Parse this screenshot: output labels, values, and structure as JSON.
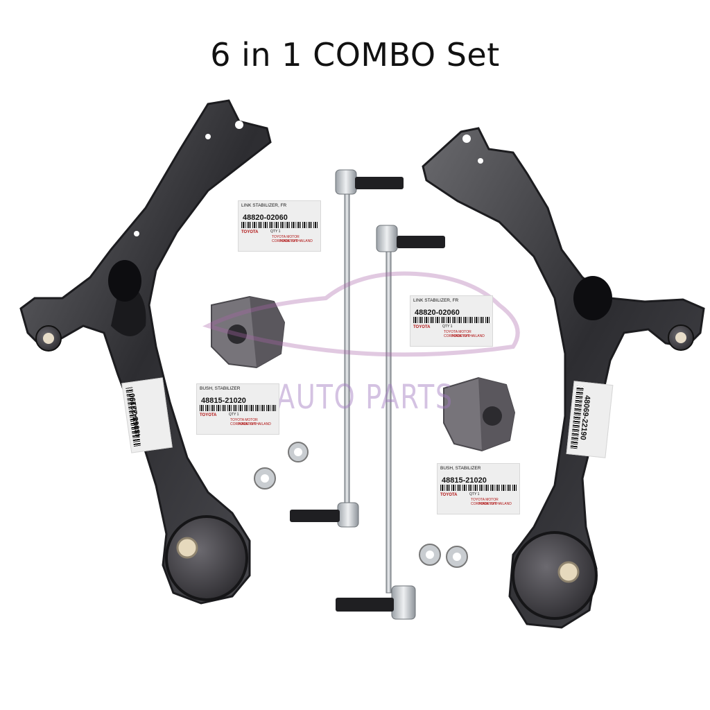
{
  "title": "6 in 1 COMBO Set",
  "watermark": "Y AUTO PARTS",
  "labels": {
    "link_1": {
      "desc": "LINK STABILIZER, FR",
      "part_no": "48820-02060",
      "qty": "QTY 1",
      "brand": "TOYOTA",
      "corp": "TOYOTA MOTOR CORPORATION",
      "made": "MADE IN THAILAND"
    },
    "link_2": {
      "desc": "LINK STABILIZER, FR",
      "part_no": "48820-02060",
      "qty": "QTY 1",
      "brand": "TOYOTA",
      "corp": "TOYOTA MOTOR CORPORATION",
      "made": "MADE IN THAILAND"
    },
    "bush_1": {
      "desc": "BUSH, STABILIZER",
      "part_no": "48815-21020",
      "qty": "QTY 1",
      "brand": "TOYOTA",
      "corp": "TOYOTA MOTOR CORPORATION",
      "made": "MADE IN THAILAND"
    },
    "bush_2": {
      "desc": "BUSH, STABILIZER",
      "part_no": "48815-21020",
      "qty": "QTY 1",
      "brand": "TOYOTA",
      "corp": "TOYOTA MOTOR CORPORATION",
      "made": "MADE IN THAILAND"
    },
    "arm_left": {
      "part_no": "48068-22190"
    },
    "arm_right": {
      "part_no": "48069-22190"
    }
  }
}
